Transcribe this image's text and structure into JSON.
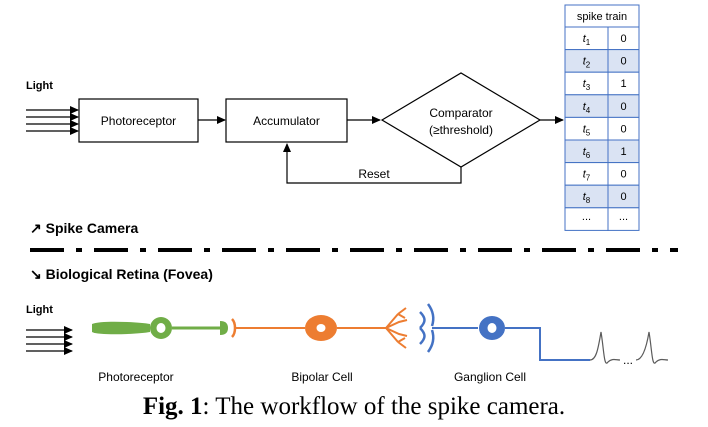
{
  "spike_camera": {
    "light_label": "Light",
    "photoreceptor": "Photoreceptor",
    "accumulator": "Accumulator",
    "comparator_line1": "Comparator",
    "comparator_line2": "(≥threshold)",
    "reset": "Reset",
    "section_title": "↗ Spike Camera"
  },
  "spike_train": {
    "header": "spike train",
    "rows": [
      {
        "t": "t",
        "sub": "1",
        "v": "0"
      },
      {
        "t": "t",
        "sub": "2",
        "v": "0"
      },
      {
        "t": "t",
        "sub": "3",
        "v": "1"
      },
      {
        "t": "t",
        "sub": "4",
        "v": "0"
      },
      {
        "t": "t",
        "sub": "5",
        "v": "0"
      },
      {
        "t": "t",
        "sub": "6",
        "v": "1"
      },
      {
        "t": "t",
        "sub": "7",
        "v": "0"
      },
      {
        "t": "t",
        "sub": "8",
        "v": "0"
      }
    ],
    "ellipsis": "...",
    "row_colors": [
      "#ffffff",
      "#dae3f3"
    ],
    "border_color": "#4472c4"
  },
  "retina": {
    "section_title": "↘ Biological Retina (Fovea)",
    "light_label": "Light",
    "photoreceptor": "Photoreceptor",
    "bipolar": "Bipolar Cell",
    "ganglion": "Ganglion Cell",
    "signal_ellipsis": "...",
    "colors": {
      "photoreceptor": "#70ad47",
      "bipolar": "#ed7d31",
      "ganglion": "#4472c4"
    }
  },
  "caption": {
    "label": "Fig. 1",
    "text": ": The workflow of the spike camera."
  }
}
